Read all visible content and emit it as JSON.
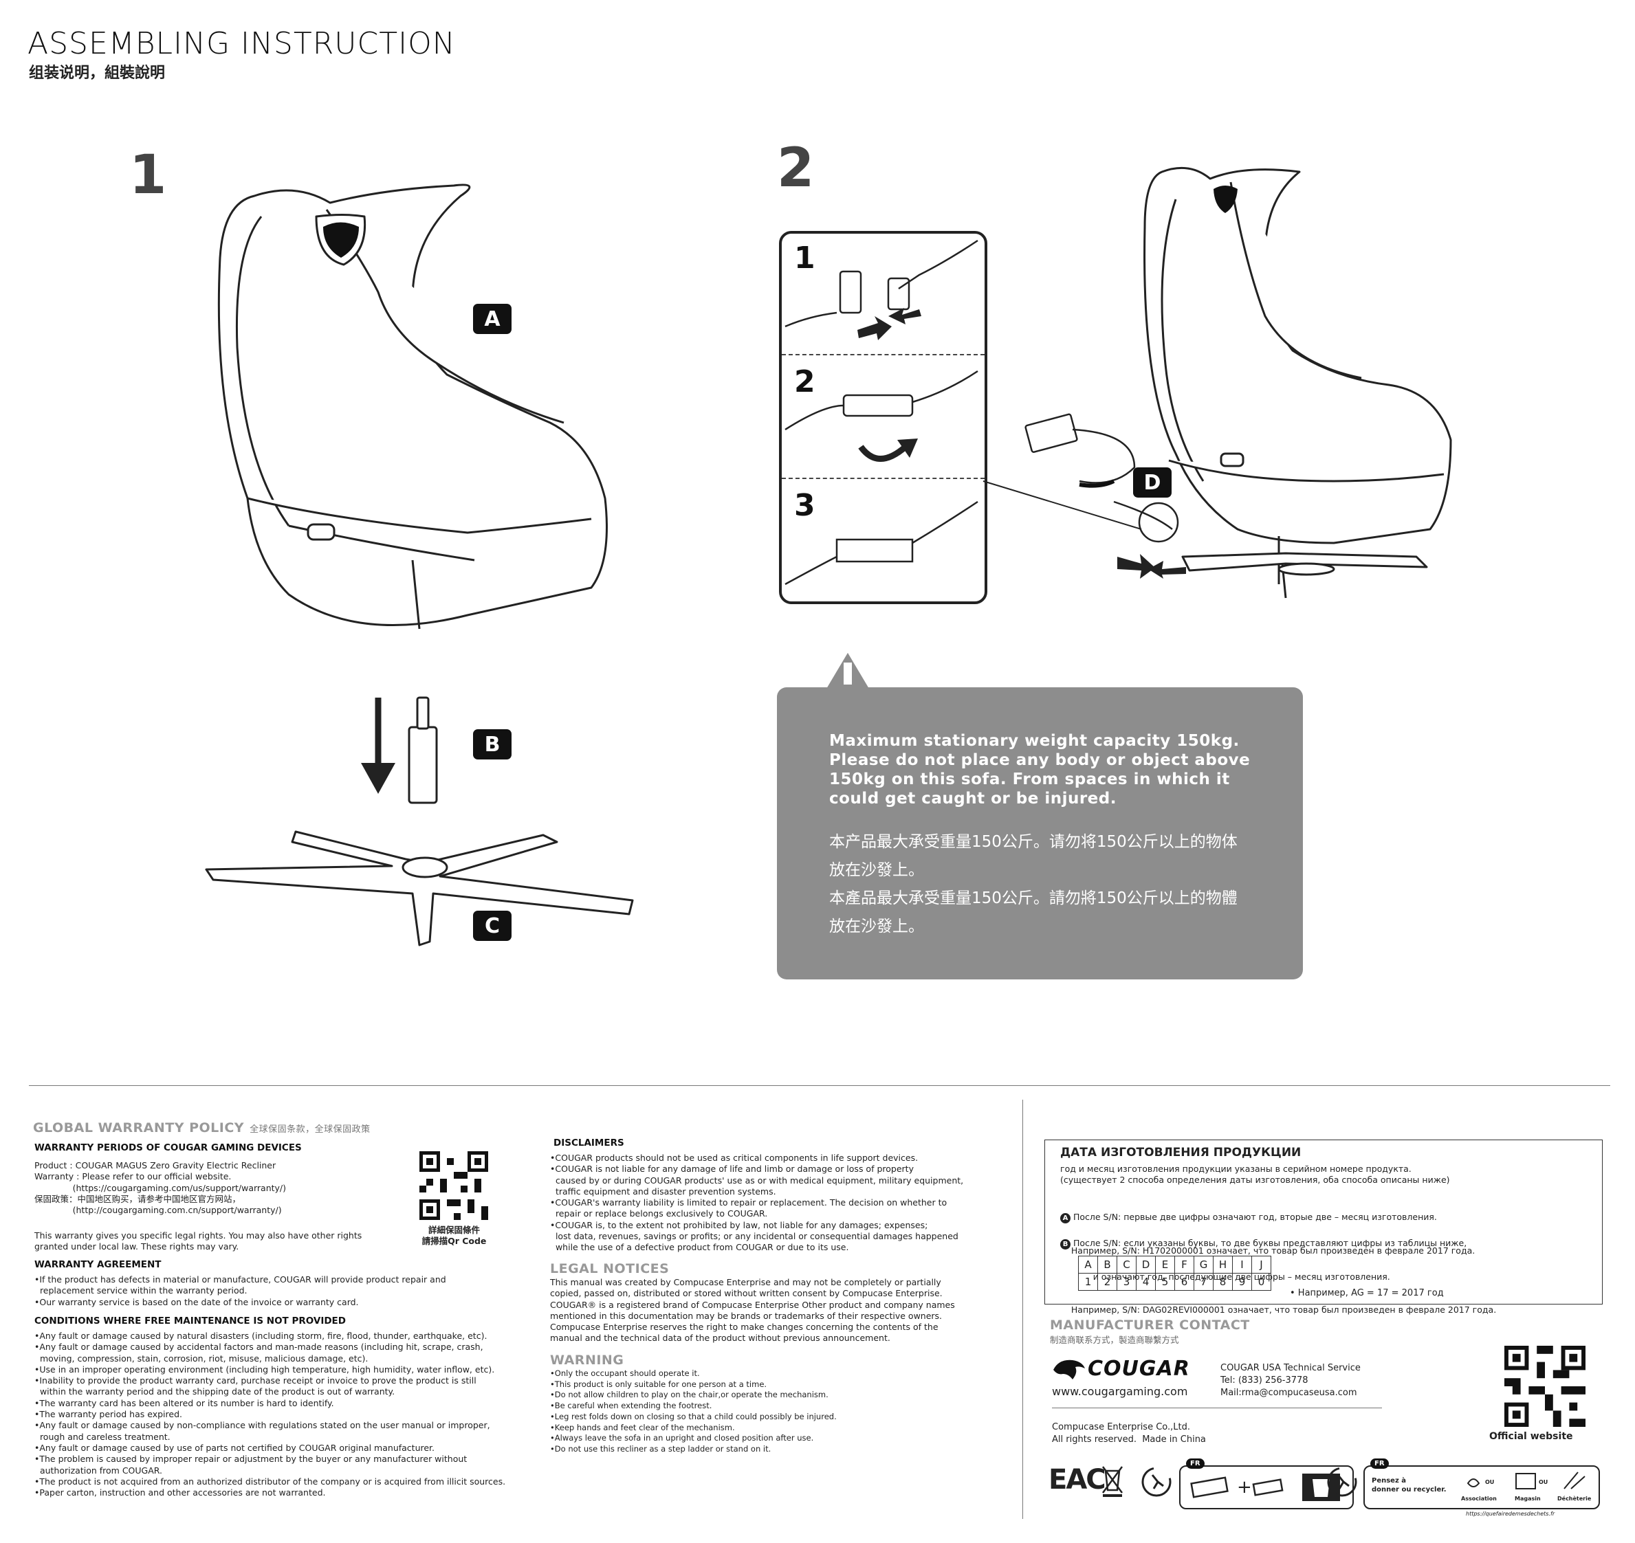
{
  "header": {
    "title": "ASSEMBLING INSTRUCTION",
    "subtitle": "组装说明，組裝說明"
  },
  "steps": {
    "step1": "1",
    "step2": "2",
    "parts": {
      "a": "A",
      "b": "B",
      "c": "C",
      "d": "D"
    },
    "substeps": [
      "1",
      "2",
      "3"
    ]
  },
  "warning": {
    "en": "Maximum stationary weight capacity 150kg. Please do not place any body or object above 150kg on this sofa. From spaces in which it could get caught or be injured.",
    "zh_simplified_1": "本产品最大承受重量150公斤。请勿将150公斤以上的物体",
    "zh_simplified_2": "放在沙發上。",
    "zh_traditional_1": "本產品最大承受重量150公斤。請勿將150公斤以上的物體",
    "zh_traditional_2": "放在沙發上。"
  },
  "warranty": {
    "heading": "GLOBAL WARRANTY POLICY",
    "heading_zh": "全球保固条款，全球保固政策",
    "periods_heading": "WARRANTY PERIODS OF COUGAR GAMING DEVICES",
    "periods_lines": [
      "Product : COUGAR MAGUS Zero Gravity Electric Recliner",
      "Warranty : Please refer to our official website.",
      "              (https://cougargaming.com/us/support/warranty/)",
      "保固政策：中国地区购买，请参考中国地区官方网站，",
      "              (http://cougargaming.com.cn/support/warranty/)"
    ],
    "rights_lines": [
      "This warranty gives you specific legal rights. You may also have other rights",
      "granted under local law. These rights may vary."
    ],
    "qr_caption_1": "詳細保固條件",
    "qr_caption_2": "請掃描Qr Code",
    "agreement_heading": "WARRANTY AGREEMENT",
    "agreement_lines": [
      "•If the product has defects in material or manufacture, COUGAR will provide product repair and",
      "  replacement service within the warranty period.",
      "•Our warranty service is based on the date of the invoice or warranty card."
    ],
    "conditions_heading": "CONDITIONS WHERE FREE MAINTENANCE IS NOT PROVIDED",
    "conditions_lines": [
      "•Any fault or damage caused by natural disasters (including storm, fire, flood, thunder, earthquake, etc).",
      "•Any fault or damage caused by accidental factors and man-made reasons (including hit, scrape, crash,",
      "  moving, compression, stain, corrosion, riot, misuse, malicious damage, etc).",
      "•Use in an improper operating environment (including high temperature, high humidity, water inflow, etc).",
      "•Inability to provide the product warranty card, purchase receipt or invoice to prove the product is still",
      "  within the warranty period and the shipping date of the product is out of warranty.",
      "•The warranty card has been altered or its number is hard to identify.",
      "•The warranty period has expired.",
      "•Any fault or damage caused by non-compliance with regulations stated on the user manual or improper,",
      "  rough and careless treatment.",
      "•Any fault or damage caused by use of parts not certified by COUGAR original manufacturer.",
      "•The problem is caused by improper repair or adjustment by the buyer or any manufacturer without",
      "  authorization from COUGAR.",
      "•The product is not acquired from an authorized distributor of the company or is acquired from illicit sources.",
      "•Paper carton, instruction and other accessories are not warranted."
    ]
  },
  "disclaimers": {
    "heading": "DISCLAIMERS",
    "lines": [
      "•COUGAR products should not be used as critical components in life support devices.",
      "•COUGAR is not liable for any damage of life and limb or damage or loss of property",
      "  caused by or during COUGAR products' use as or with medical equipment, military equipment,",
      "  traffic equipment and disaster prevention systems.",
      "•COUGAR's warranty liability is limited to repair or replacement. The decision on whether to",
      "  repair or replace belongs exclusively to COUGAR.",
      "•COUGAR is, to the extent not prohibited by law, not liable for any damages; expenses;",
      "  lost data, revenues, savings or profits; or any incidental or consequential damages happened",
      "  while the use of a defective product from COUGAR or due to its use."
    ]
  },
  "legal": {
    "heading": "LEGAL NOTICES",
    "lines": [
      "This manual was created by Compucase Enterprise and may not be completely or partially",
      "copied, passed on, distributed or stored without written consent by Compucase Enterprise.",
      "COUGAR® is a registered brand of Compucase Enterprise Other product and company names",
      "mentioned in this documentation may be brands or trademarks of their respective owners.",
      "Compucase Enterprise reserves the right to make changes concerning the contents of the",
      "manual and the technical data of the product without previous announcement."
    ]
  },
  "warning_list": {
    "heading": "WARNING",
    "lines": [
      "•Only the occupant should operate it.",
      "•This product is only suitable for one person at a time.",
      "•Do not allow children to play on the chair,or operate the mechanism.",
      "•Be careful when extending the footrest.",
      "•Leg rest folds down on closing so that a child could possibly be injured.",
      "•Keep hands and feet clear of the mechanism.",
      "•Always leave the sofa in an upright and closed position after use.",
      "•Do not use this recliner as a step ladder or stand on it."
    ]
  },
  "production_date": {
    "heading": "ДАТА ИЗГОТОВЛЕНИЯ ПРОДУКЦИИ",
    "intro_lines": [
      "год и месяц изготовления продукции указаны в серийном номере продукта.",
      "(существует 2 способа определения даты изготовления, оба способа описаны ниже)"
    ],
    "a_marker": "A",
    "b_marker": "B",
    "a_lines": [
      "После S/N: первые две цифры означают год, вторые две – месяц изготовления.",
      "Например, S/N: H1702000001 означает, что товар был произведен в феврале 2017 года."
    ],
    "b_lines": [
      "После S/N: если указаны буквы, то две буквы представляют цифры из таблицы ниже,",
      "        и означают год, последующие две цифры – месяц изготовления.",
      "Например, S/N: DAG02REVI000001 означает, что товар был произведен в феврале 2017 года."
    ],
    "letters": [
      "A",
      "B",
      "C",
      "D",
      "E",
      "F",
      "G",
      "H",
      "I",
      "J"
    ],
    "digits": [
      "1",
      "2",
      "3",
      "4",
      "5",
      "6",
      "7",
      "8",
      "9",
      "0"
    ],
    "example": "• Например, AG = 17 = 2017 год"
  },
  "contact": {
    "heading": "MANUFACTURER CONTACT",
    "heading_zh": "制造商联系方式，製造商聯繫方式",
    "brand": "COUGAR",
    "website": "www.cougargaming.com",
    "service_lines": [
      "COUGAR USA Technical Service",
      "Tel: (833) 256-3778",
      "Mail:rma@compucaseusa.com"
    ],
    "company_lines": [
      "Compucase Enterprise Co.,Ltd.",
      "All rights reserved.  Made in China"
    ],
    "official_label": "Official website"
  },
  "recycling": {
    "eac": "EAC",
    "fr_badge": "FR",
    "fr_text_1": "Pensez à",
    "fr_text_2": "donner ou recycler.",
    "labels": [
      "Association",
      "Magasin",
      "Déchèterie"
    ],
    "ou": "OU",
    "url": "https://quefairedemesdechets.fr"
  }
}
